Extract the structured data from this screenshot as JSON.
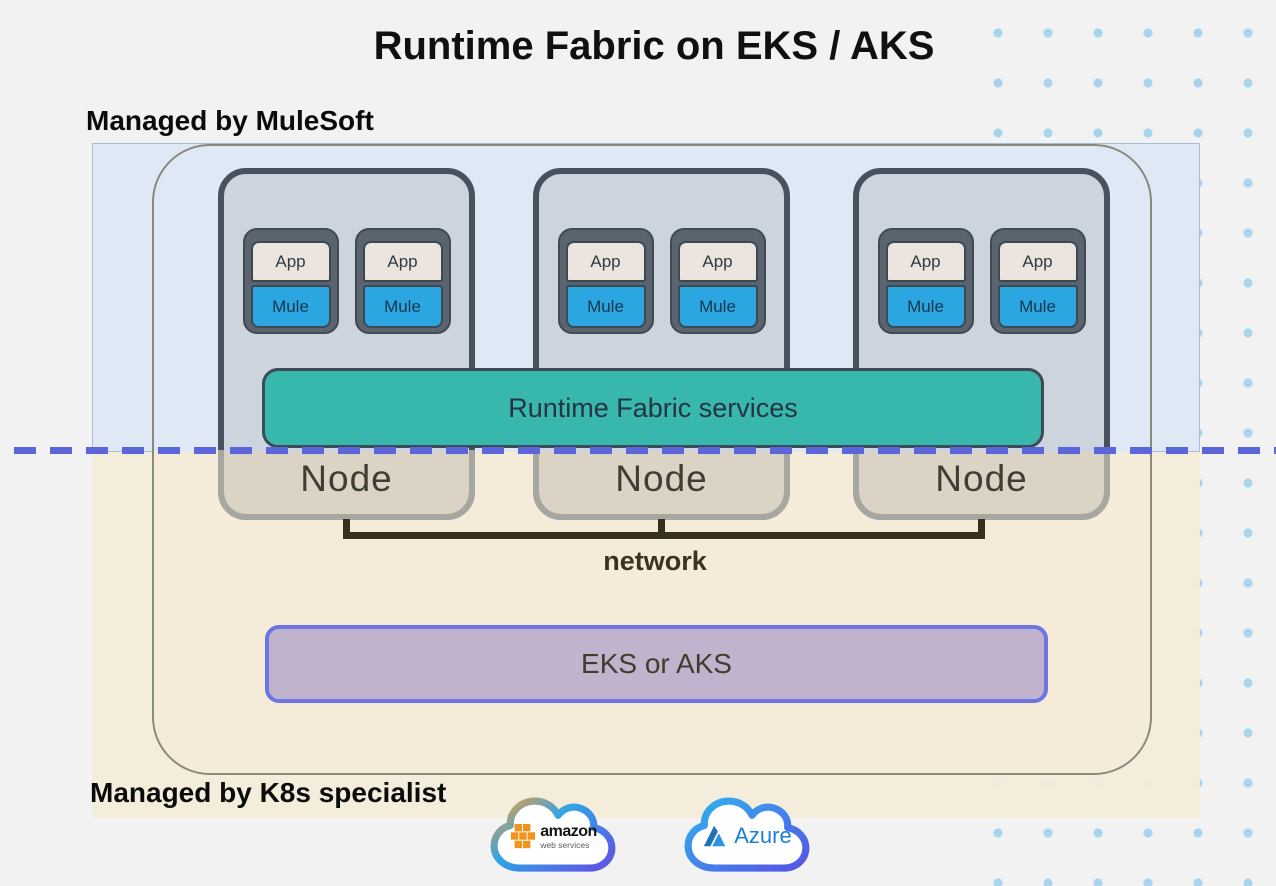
{
  "title": "Runtime Fabric on EKS / AKS",
  "overlays": {
    "mulesoft_label": "Managed by MuleSoft",
    "k8s_label": "Managed by K8s specialist"
  },
  "nodes": [
    {
      "label": "Node",
      "pods": [
        {
          "app": "App",
          "runtime": "Mule"
        },
        {
          "app": "App",
          "runtime": "Mule"
        }
      ]
    },
    {
      "label": "Node",
      "pods": [
        {
          "app": "App",
          "runtime": "Mule"
        },
        {
          "app": "App",
          "runtime": "Mule"
        }
      ]
    },
    {
      "label": "Node",
      "pods": [
        {
          "app": "App",
          "runtime": "Mule"
        },
        {
          "app": "App",
          "runtime": "Mule"
        }
      ]
    }
  ],
  "services_bar_label": "Runtime Fabric services",
  "network_label": "network",
  "platform_label": "EKS or AKS",
  "clouds": {
    "aws": {
      "name": "amazon",
      "sub": "web services"
    },
    "azure": {
      "name": "Azure"
    }
  },
  "colors": {
    "mule_blue": "#2ca6e0",
    "app_cream": "#ece5dd",
    "pod_slate": "#5a646f",
    "node_border": "#48525e",
    "node_fill_top": "#ccd5de",
    "node_fill_bottom": "#dbd3c3",
    "services_teal": "#38b7ac",
    "divider_dash_indigo": "#5b66da",
    "platform_purple": "#c1b3ce",
    "platform_border": "#6e76e2",
    "managed_mulesoft_band": "#dde8f6",
    "managed_k8s_band": "#f5edda",
    "network_line": "#38301f",
    "dot_grid": "#a9d4ee",
    "azure_blue": "#1b80d8",
    "aws_orange": "#f0941e"
  }
}
